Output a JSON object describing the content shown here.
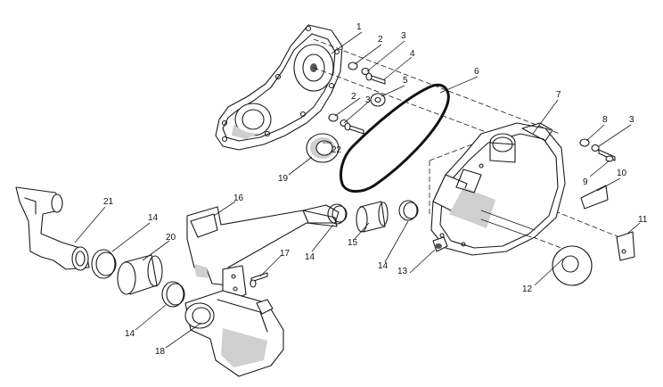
{
  "callouts": [
    {
      "label": "1"
    },
    {
      "label": "2"
    },
    {
      "label": "3"
    },
    {
      "label": "4"
    },
    {
      "label": "5"
    },
    {
      "label": "6"
    },
    {
      "label": "7"
    },
    {
      "label": "8"
    },
    {
      "label": "9"
    },
    {
      "label": "10"
    },
    {
      "label": "11"
    },
    {
      "label": "12"
    },
    {
      "label": "13"
    },
    {
      "label": "14"
    },
    {
      "label": "15"
    },
    {
      "label": "16"
    },
    {
      "label": "17"
    },
    {
      "label": "18"
    },
    {
      "label": "19"
    },
    {
      "label": "20"
    },
    {
      "label": "21"
    },
    {
      "label": "22"
    },
    {
      "label": "2"
    },
    {
      "label": "3"
    },
    {
      "label": "3"
    },
    {
      "label": "14"
    },
    {
      "label": "14"
    },
    {
      "label": "14"
    }
  ]
}
